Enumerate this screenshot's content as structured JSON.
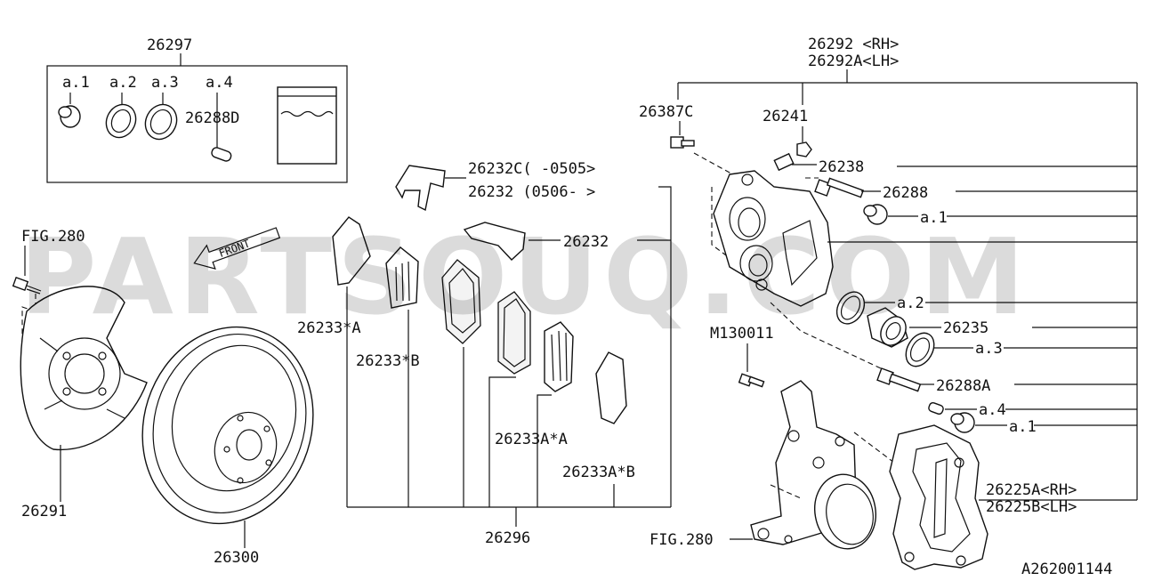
{
  "diagram_id": "A262001144",
  "watermark": "PARTSOUQ.COM",
  "front_arrow_label": "FRONT",
  "labels": {
    "kit_26297": "26297",
    "kit_a1": "a.1",
    "kit_a2": "a.2",
    "kit_a3": "a.3",
    "kit_a4": "a.4",
    "kit_26288D": "26288D",
    "fig280_top": "FIG.280",
    "p26291": "26291",
    "p26300": "26300",
    "p26232C": "26232C(  -0505>",
    "p26232_range": "26232 (0506-  >",
    "p26232": "26232",
    "p26233A": "26233*A",
    "p26233B": "26233*B",
    "p26233AA": "26233A*A",
    "p26233AB": "26233A*B",
    "p26296": "26296",
    "p26292_rh": "26292 <RH>",
    "p26292A_lh": "26292A<LH>",
    "p26387C": "26387C",
    "p26241": "26241",
    "p26238": "26238",
    "p26288": "26288",
    "r_a1_top": "a.1",
    "r_a2": "a.2",
    "p26235": "26235",
    "r_a3": "a.3",
    "m130011": "M130011",
    "p26288A": "26288A",
    "r_a4": "a.4",
    "r_a1_bottom": "a.1",
    "p26225A_rh": "26225A<RH>",
    "p26225B_lh": "26225B<LH>",
    "fig280_bottom": "FIG.280"
  }
}
